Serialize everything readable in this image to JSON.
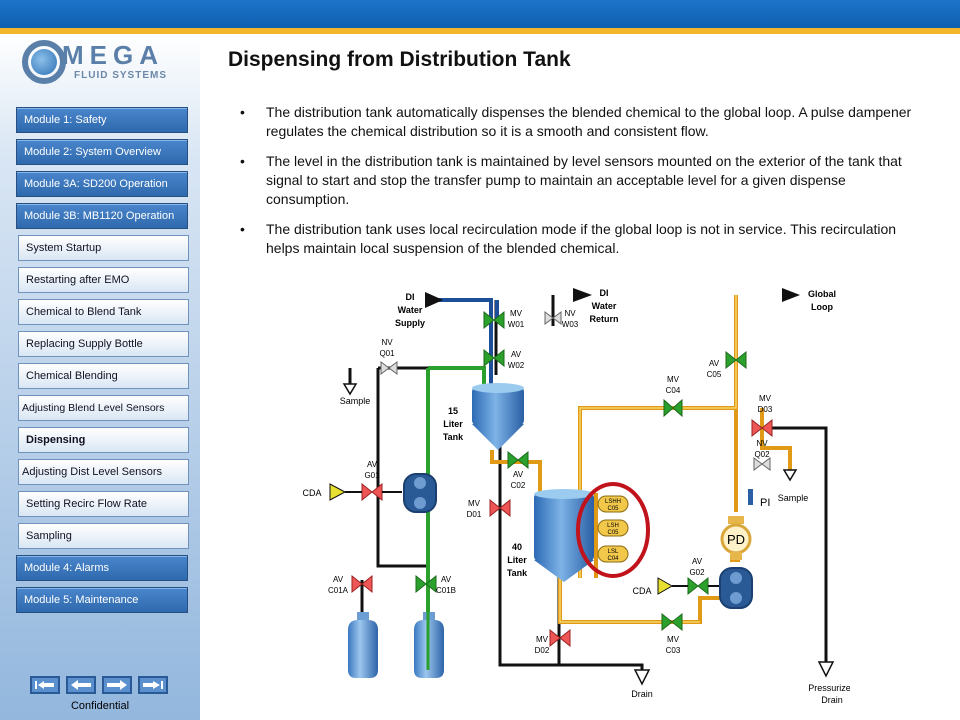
{
  "brand": {
    "name": "MEGA",
    "subtitle": "FLUID SYSTEMS"
  },
  "nav": {
    "modules_top": [
      "Module 1: Safety",
      "Module 2: System Overview",
      "Module 3A: SD200 Operation",
      "Module 3B: MB1120 Operation"
    ],
    "submodules": [
      "System Startup",
      "Restarting after EMO",
      "Chemical to Blend Tank",
      "Replacing Supply Bottle",
      "Chemical Blending",
      "Adjusting Blend Level Sensors",
      "Dispensing",
      "Adjusting Dist Level Sensors",
      "Setting Recirc Flow Rate",
      "Sampling"
    ],
    "active_submodule": "Dispensing",
    "modules_bottom": [
      "Module 4: Alarms",
      "Module 5: Maintenance"
    ]
  },
  "footer": {
    "label": "Confidential"
  },
  "page": {
    "title": "Dispensing from Distribution Tank",
    "bullets": [
      "The distribution tank automatically dispenses the blended chemical to the global loop. A pulse dampener regulates the chemical distribution so it is a smooth and consistent flow.",
      "The level in the distribution tank is maintained by level sensors mounted on the exterior of the tank that signal to start and stop the transfer pump to maintain an acceptable level for a given dispense consumption.",
      "The distribution tank uses local recirculation mode if the global loop is not in service. This recirculation helps maintain local suspension of the blended chemical."
    ]
  },
  "diagram": {
    "di_supply": [
      "DI",
      "Water",
      "Supply"
    ],
    "di_return": [
      "DI",
      "Water",
      "Return"
    ],
    "global_loop": [
      "Global",
      "Loop"
    ],
    "mv_w01": [
      "MV",
      "W01"
    ],
    "nv_w03": [
      "NV",
      "W03"
    ],
    "av_w02": [
      "AV",
      "W02"
    ],
    "nv_q01": [
      "NV",
      "Q01"
    ],
    "sample_left": "Sample",
    "tank15": [
      "15",
      "Liter",
      "Tank"
    ],
    "av_c05": [
      "AV",
      "C05"
    ],
    "mv_c04": [
      "MV",
      "C04"
    ],
    "mv_d03": [
      "MV",
      "D03"
    ],
    "nv_q02": [
      "NV",
      "Q02"
    ],
    "sample_right": "Sample",
    "pi": "PI",
    "pd": "PD",
    "av_g01": [
      "AV",
      "G01"
    ],
    "cda_left": "CDA",
    "av_c02": [
      "AV",
      "C02"
    ],
    "mv_d01": [
      "MV",
      "D01"
    ],
    "tank40": [
      "40",
      "Liter",
      "Tank"
    ],
    "lshh": [
      "LSHH",
      "C05"
    ],
    "lsh": [
      "LSH",
      "C05"
    ],
    "lsl": [
      "LSL",
      "C04"
    ],
    "av_g02": [
      "AV",
      "G02"
    ],
    "cda_right": "CDA",
    "av_c01a": [
      "AV",
      "C01A"
    ],
    "av_c01b": [
      "AV",
      "C01B"
    ],
    "mv_d02": [
      "MV",
      "D02"
    ],
    "mv_c03": [
      "MV",
      "C03"
    ],
    "drain": "Drain",
    "pressurized_drain": [
      "Pressurized",
      "Drain"
    ]
  }
}
